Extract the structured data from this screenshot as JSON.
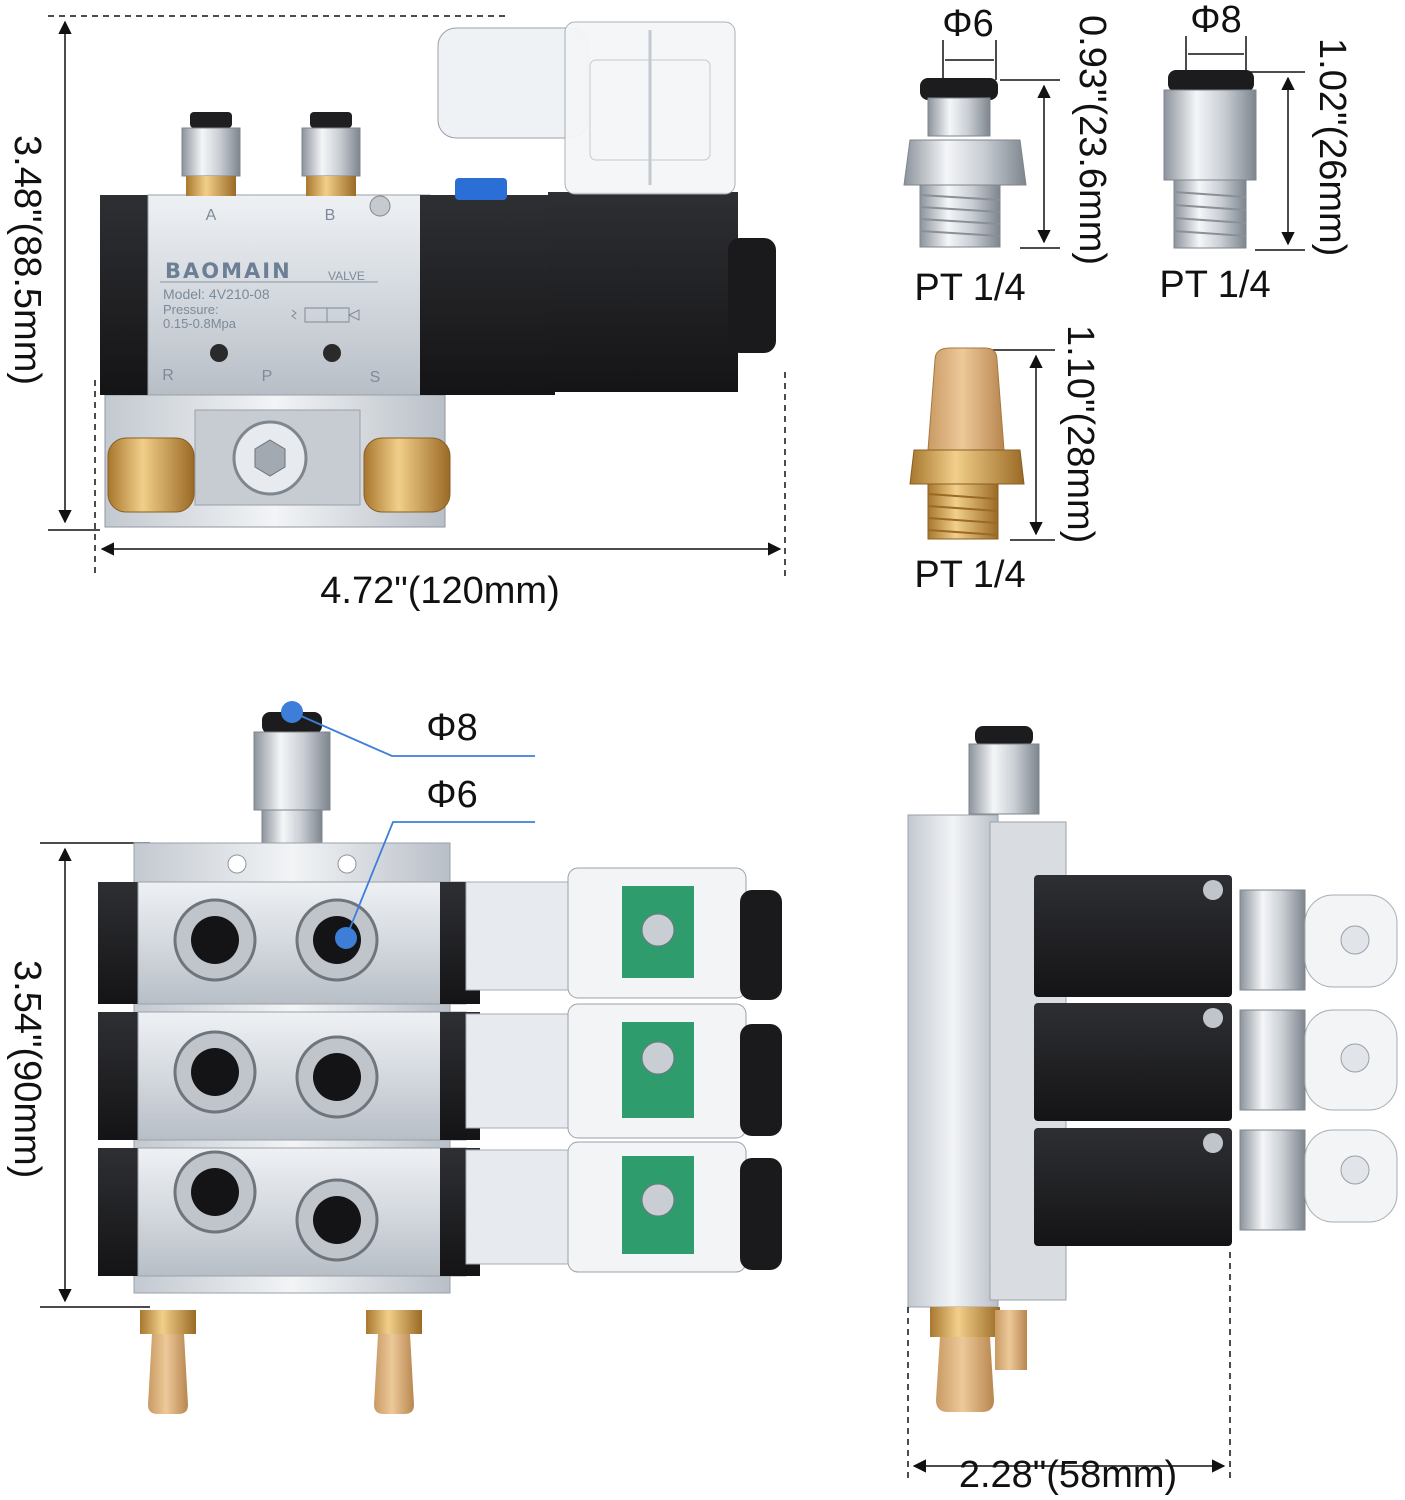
{
  "top_valve": {
    "height_label": "3.48\"(88.5mm)",
    "width_label": "4.72\"(120mm)",
    "brand": "BAOMAIN",
    "valve_word": "VALVE",
    "model_line": "Model: 4V210-08",
    "pressure_line1": "Pressure:",
    "pressure_line2": "0.15-0.8Mpa",
    "port_a": "A",
    "port_b": "B",
    "port_r": "R",
    "port_p": "P",
    "port_s": "S"
  },
  "fittings": {
    "fitting_6": {
      "diameter": "Φ6",
      "height_label": "0.93\"(23.6mm)",
      "thread": "PT 1/4"
    },
    "fitting_8": {
      "diameter": "Φ8",
      "height_label": "1.02\"(26mm)",
      "thread": "PT 1/4"
    },
    "muffler": {
      "height_label": "1.10\"(28mm)",
      "thread": "PT 1/4"
    }
  },
  "manifold_front": {
    "callout_top": "Φ8",
    "callout_bottom": "Φ6",
    "height_label": "3.54\"(90mm)"
  },
  "manifold_side": {
    "width_label": "2.28\"(58mm)"
  },
  "colors": {
    "aluminum": "#d9dde2",
    "black": "#1c1c1e",
    "brass": "#d2a766",
    "callout": "#3d7ed8"
  }
}
